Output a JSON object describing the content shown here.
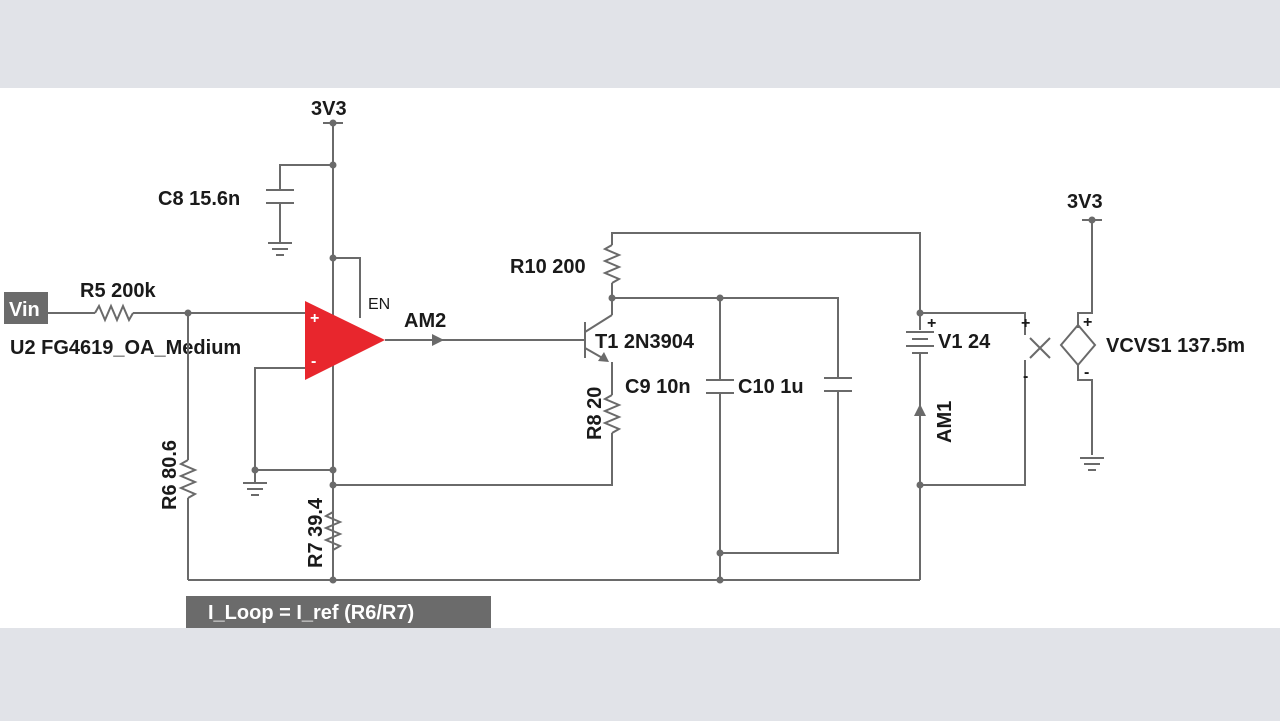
{
  "supply_top": "3V3",
  "supply_right": "3V3",
  "c8": "C8 15.6n",
  "input_tag": "Vin",
  "r5": "R5 200k",
  "opamp_name": "U2 FG4619_OA_Medium",
  "opamp_plus": "+",
  "opamp_minus": "-",
  "opamp_en": "EN",
  "am2": "AM2",
  "r10": "R10 200",
  "t1": "T1 2N3904",
  "r8": "R8 20",
  "c9": "C9 10n",
  "c10": "C10 1u",
  "v1": "V1 24",
  "am1": "AM1",
  "vcvs": "VCVS1 137.5m",
  "r6": "R6 80.6",
  "r7": "R7 39.4",
  "plus_sign": "+",
  "minus_sign": "-",
  "formula": "I_Loop = I_ref (R6/R7)",
  "colors": {
    "opamp": "#e8262d",
    "wire": "#6a6a6a",
    "tag_bg": "#6b6b6b",
    "frame": "#e1e3e8"
  }
}
